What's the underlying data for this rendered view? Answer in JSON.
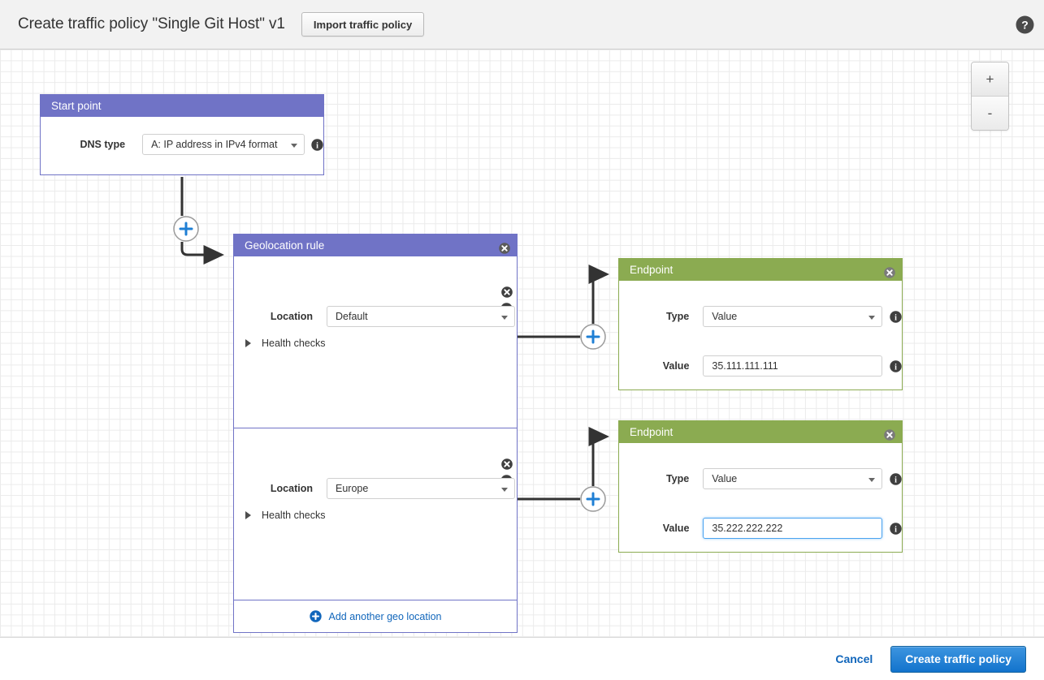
{
  "header": {
    "title": "Create traffic policy \"Single Git Host\" v1",
    "import_button": "Import traffic policy",
    "help_icon": "help-circle-icon"
  },
  "canvas": {
    "zoom_in": "+",
    "zoom_out": "-"
  },
  "start_point": {
    "title": "Start point",
    "dns_type_label": "DNS type",
    "dns_type_value": "A: IP address in IPv4 format"
  },
  "geolocation_rule": {
    "title": "Geolocation rule",
    "add_another_label": "Add another geo location",
    "locations": [
      {
        "label": "Location",
        "value": "Default",
        "health_checks_label": "Health checks"
      },
      {
        "label": "Location",
        "value": "Europe",
        "health_checks_label": "Health checks"
      }
    ]
  },
  "endpoints": [
    {
      "title": "Endpoint",
      "type_label": "Type",
      "type_value": "Value",
      "value_label": "Value",
      "value_value": "35.111.111.111",
      "focused": false
    },
    {
      "title": "Endpoint",
      "type_label": "Type",
      "type_value": "Value",
      "value_label": "Value",
      "value_value": "35.222.222.222",
      "focused": true
    }
  ],
  "footer": {
    "cancel": "Cancel",
    "submit": "Create traffic policy"
  },
  "colors": {
    "rule_header": "#7073c6",
    "endpoint_header": "#8bab51",
    "primary_button": "#1273cc",
    "link": "#1166bb",
    "focus_ring": "#4aa3f0"
  }
}
